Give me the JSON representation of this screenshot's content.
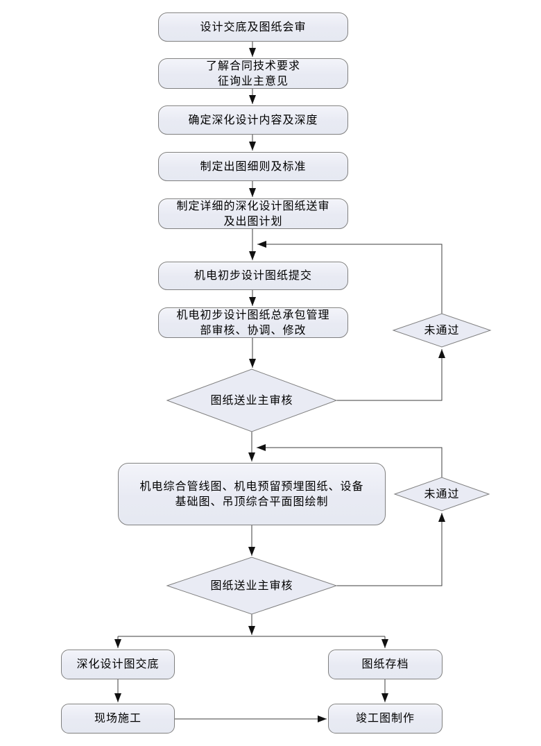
{
  "colors": {
    "background": "#ffffff",
    "node_fill": "#e9ebf3",
    "node_border": "#7f7f7f",
    "connector": "#3d3d3d",
    "text": "#000000"
  },
  "flowchart": {
    "type": "flowchart",
    "direction": "top-down",
    "nodes": {
      "design_briefing": {
        "type": "process",
        "label": "设计交底及图纸会审"
      },
      "contract_requirements": {
        "type": "process",
        "label": "了解合同技术要求\n征询业主意见"
      },
      "define_scope": {
        "type": "process",
        "label": "确定深化设计内容及深度"
      },
      "drawing_rules": {
        "type": "process",
        "label": "制定出图细则及标准"
      },
      "submission_plan": {
        "type": "process",
        "label": "制定详细的深化设计图纸送审\n及出图计划"
      },
      "preliminary_submit": {
        "type": "process",
        "label": "机电初步设计图纸提交"
      },
      "gc_review": {
        "type": "process",
        "label": "机电初步设计图纸总承包管理\n部审核、协调、修改"
      },
      "owner_review_1": {
        "type": "decision",
        "label": "图纸送业主审核"
      },
      "not_passed_1": {
        "type": "decision",
        "label": "未通过"
      },
      "comprehensive_drawings": {
        "type": "process",
        "label": "机电综合管线图、机电预留预埋图纸、设备\n基础图、吊顶综合平面图绘制"
      },
      "not_passed_2": {
        "type": "decision",
        "label": "未通过"
      },
      "owner_review_2": {
        "type": "decision",
        "label": "图纸送业主审核"
      },
      "design_handover": {
        "type": "process",
        "label": "深化设计图交底"
      },
      "archive": {
        "type": "process",
        "label": "图纸存档"
      },
      "site_construction": {
        "type": "process",
        "label": "现场施工"
      },
      "as_built": {
        "type": "process",
        "label": "竣工图制作"
      }
    },
    "edges": [
      "design_briefing -> contract_requirements",
      "contract_requirements -> define_scope",
      "define_scope -> drawing_rules",
      "drawing_rules -> submission_plan",
      "submission_plan -> preliminary_submit",
      "preliminary_submit -> gc_review",
      "gc_review -> owner_review_1",
      "owner_review_1 -> not_passed_1",
      "not_passed_1 -> preliminary_submit",
      "owner_review_1 -> comprehensive_drawings",
      "comprehensive_drawings -> owner_review_2",
      "owner_review_2 -> not_passed_2",
      "not_passed_2 -> comprehensive_drawings",
      "owner_review_2 -> design_handover",
      "owner_review_2 -> archive",
      "design_handover -> site_construction",
      "archive -> as_built",
      "site_construction -> as_built"
    ]
  }
}
